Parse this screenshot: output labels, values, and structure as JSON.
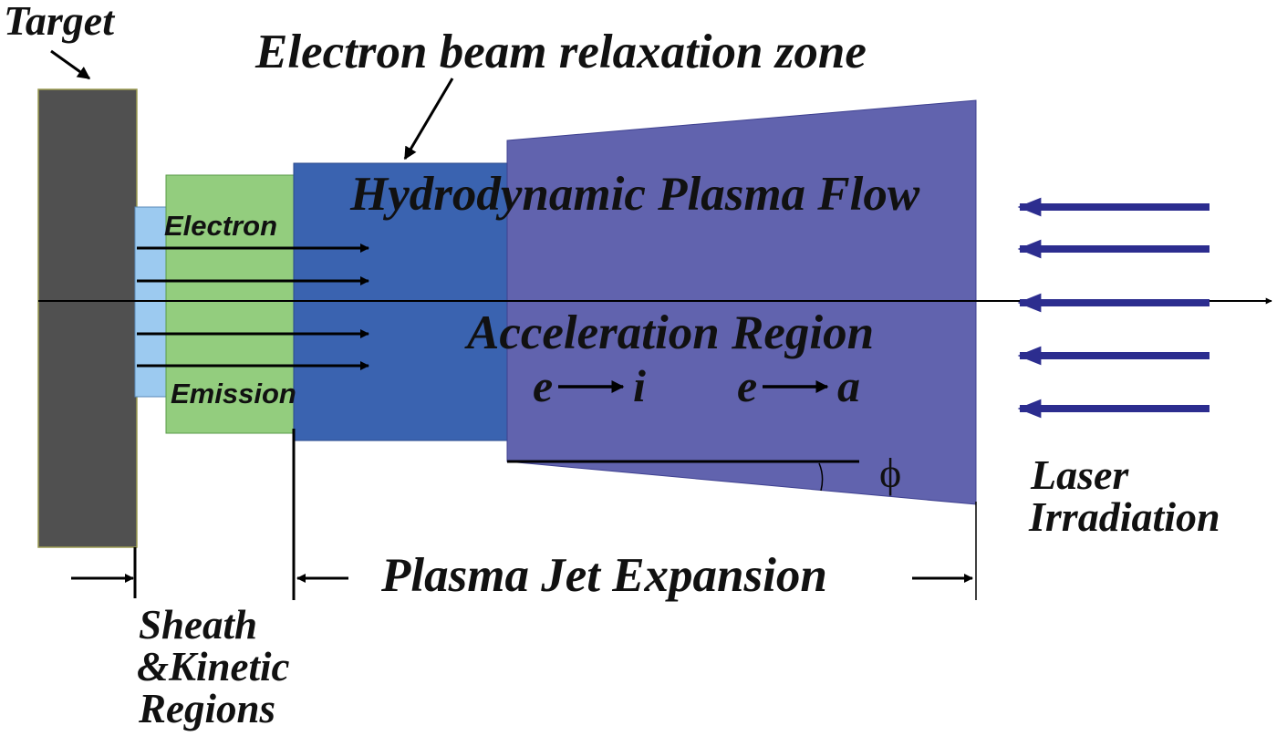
{
  "labels": {
    "target": "Target",
    "relaxation_zone": "Electron beam relaxation zone",
    "hydrodynamic_flow": "Hydrodynamic Plasma Flow",
    "electron": "Electron",
    "emission": "Emission",
    "acceleration_region": "Acceleration Region",
    "e_to_i_left": "e",
    "e_to_i_right": "i",
    "e_to_a_left": "e",
    "e_to_a_right": "a",
    "phi_symbol": "ϕ",
    "laser_line1": "Laser",
    "laser_line2": "Irradiation",
    "plasma_jet_expansion": "Plasma Jet Expansion",
    "sheath_line1": "Sheath",
    "sheath_line2": "&Kinetic",
    "sheath_line3": "Regions"
  },
  "colors": {
    "target": "#505050",
    "sheath": "#9ccaf0",
    "kinetic": "#93cd7e",
    "relaxation": "#3a63b0",
    "acceleration": "#6163ae",
    "laser_arrows": "#2c2d8f",
    "lines": "#000000"
  }
}
